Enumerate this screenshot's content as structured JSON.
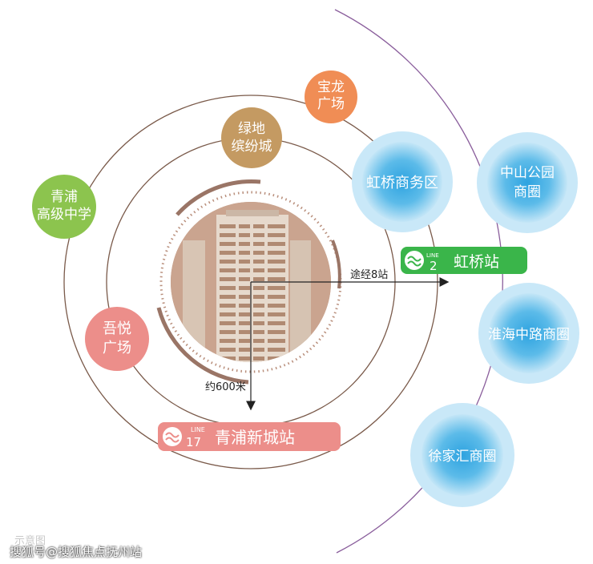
{
  "colors": {
    "orbit": "#7a5a4a",
    "outer_arc": "#8a5e9c",
    "baolong": "#f08d55",
    "lvdi": "#c49a62",
    "qingpu_school": "#8cc44e",
    "wuyue": "#ec8e8a",
    "blue_center": "#33a8e3",
    "blue_halo": "#bfe4f7",
    "line2": "#3ab54a",
    "line17": "#ec8e8a",
    "building_bg": "#c8a08a"
  },
  "nodes": {
    "baolong": [
      "宝龙",
      "广场"
    ],
    "lvdi": [
      "绿地",
      "缤纷城"
    ],
    "qingpu_school": [
      "青浦",
      "高级中学"
    ],
    "wuyue": [
      "吾悦",
      "广场"
    ],
    "hongqiao_biz": "虹桥商务区",
    "zhongshan": [
      "中山公园",
      "商圈"
    ],
    "huaihai": "淮海中路商圈",
    "xujiahui": "徐家汇商圈"
  },
  "stations": {
    "line2": {
      "line_word": "LINE",
      "line_number": "2",
      "name": "虹桥站"
    },
    "line17": {
      "line_word": "LINE",
      "line_number": "17",
      "name": "青浦新城站"
    }
  },
  "annotations": {
    "via_stops": "途经8站",
    "distance": "约600米"
  },
  "caption": "示意图",
  "watermark": "搜狐号@搜狐焦点抚州站"
}
